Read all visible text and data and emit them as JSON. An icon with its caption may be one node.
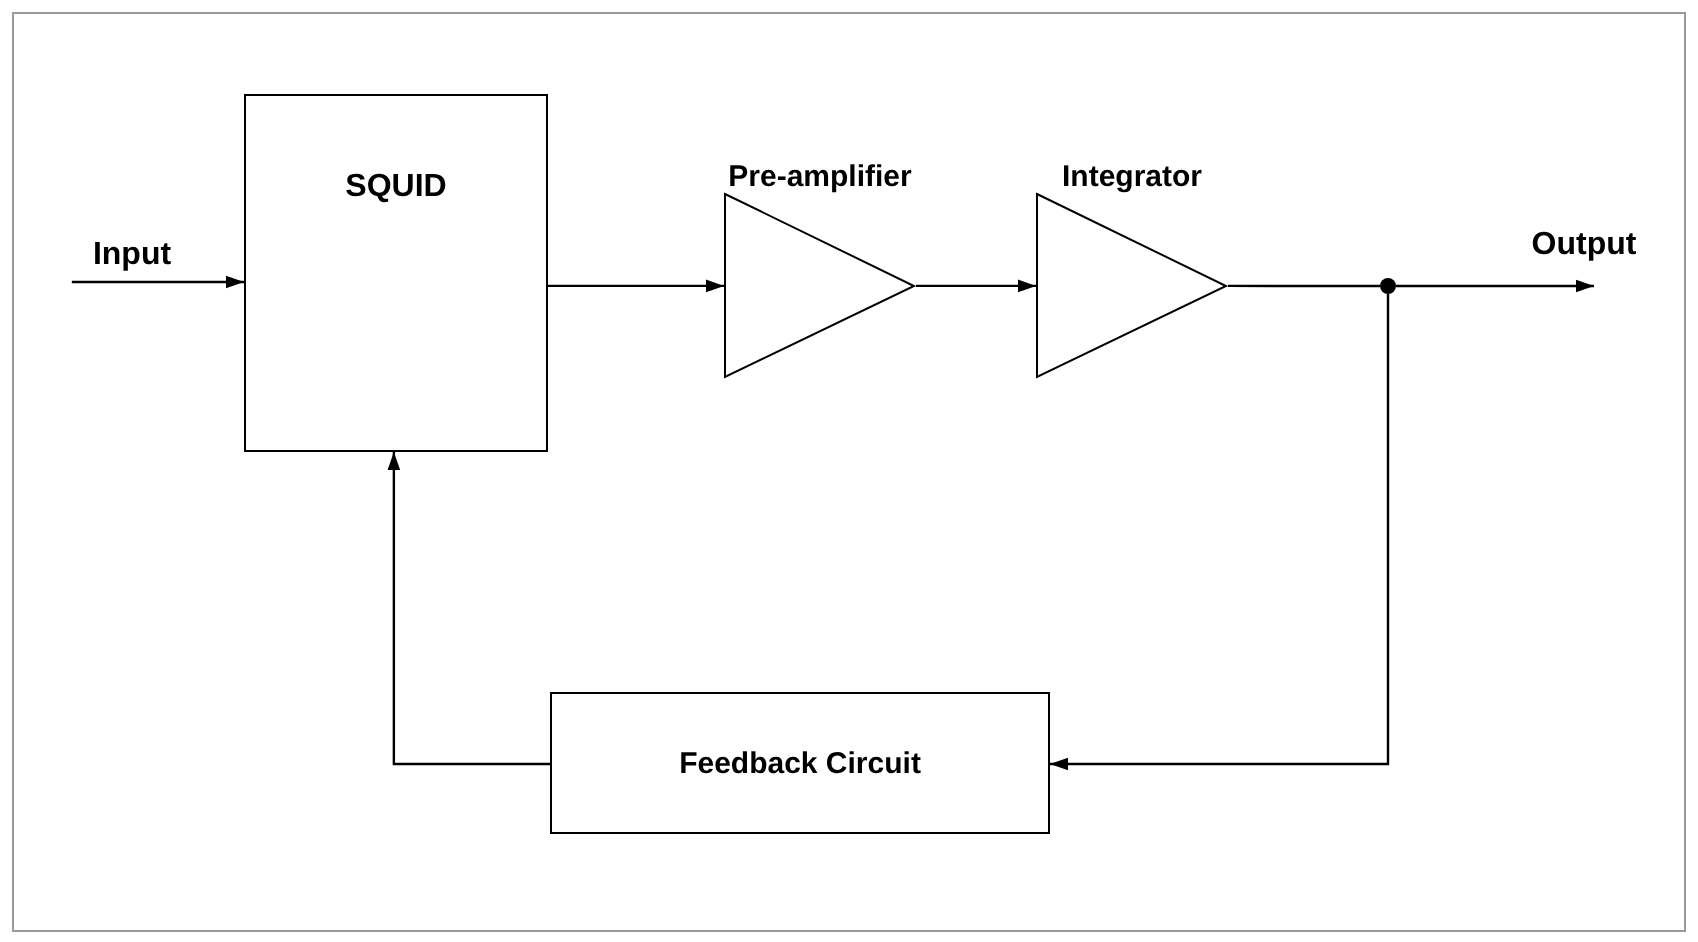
{
  "diagram": {
    "nodes": [
      {
        "text": [
          "Input"
        ]
      },
      {
        "text": [
          "SQUID"
        ]
      },
      {
        "text": [
          "Pre-amplifier"
        ]
      },
      {
        "text": [
          "Integrator"
        ]
      },
      {
        "text": [],
        "shape": "circle"
      },
      {
        "text": [
          "Output"
        ]
      },
      {
        "text": [
          "Feedback Circuit"
        ]
      }
    ],
    "edges": [
      {
        "from": 0,
        "to": 1,
        "arrow": "to"
      },
      {
        "from": 1,
        "to": 2,
        "arrow": "to"
      },
      {
        "from": 2,
        "to": 3,
        "arrow": "to"
      },
      {
        "from": 3,
        "to": 4,
        "arrow": "none"
      },
      {
        "from": 4,
        "to": 5,
        "arrow": "to"
      },
      {
        "from": 4,
        "to": 6,
        "arrow": "to"
      },
      {
        "from": 6,
        "to": 1,
        "arrow": "to"
      }
    ]
  }
}
